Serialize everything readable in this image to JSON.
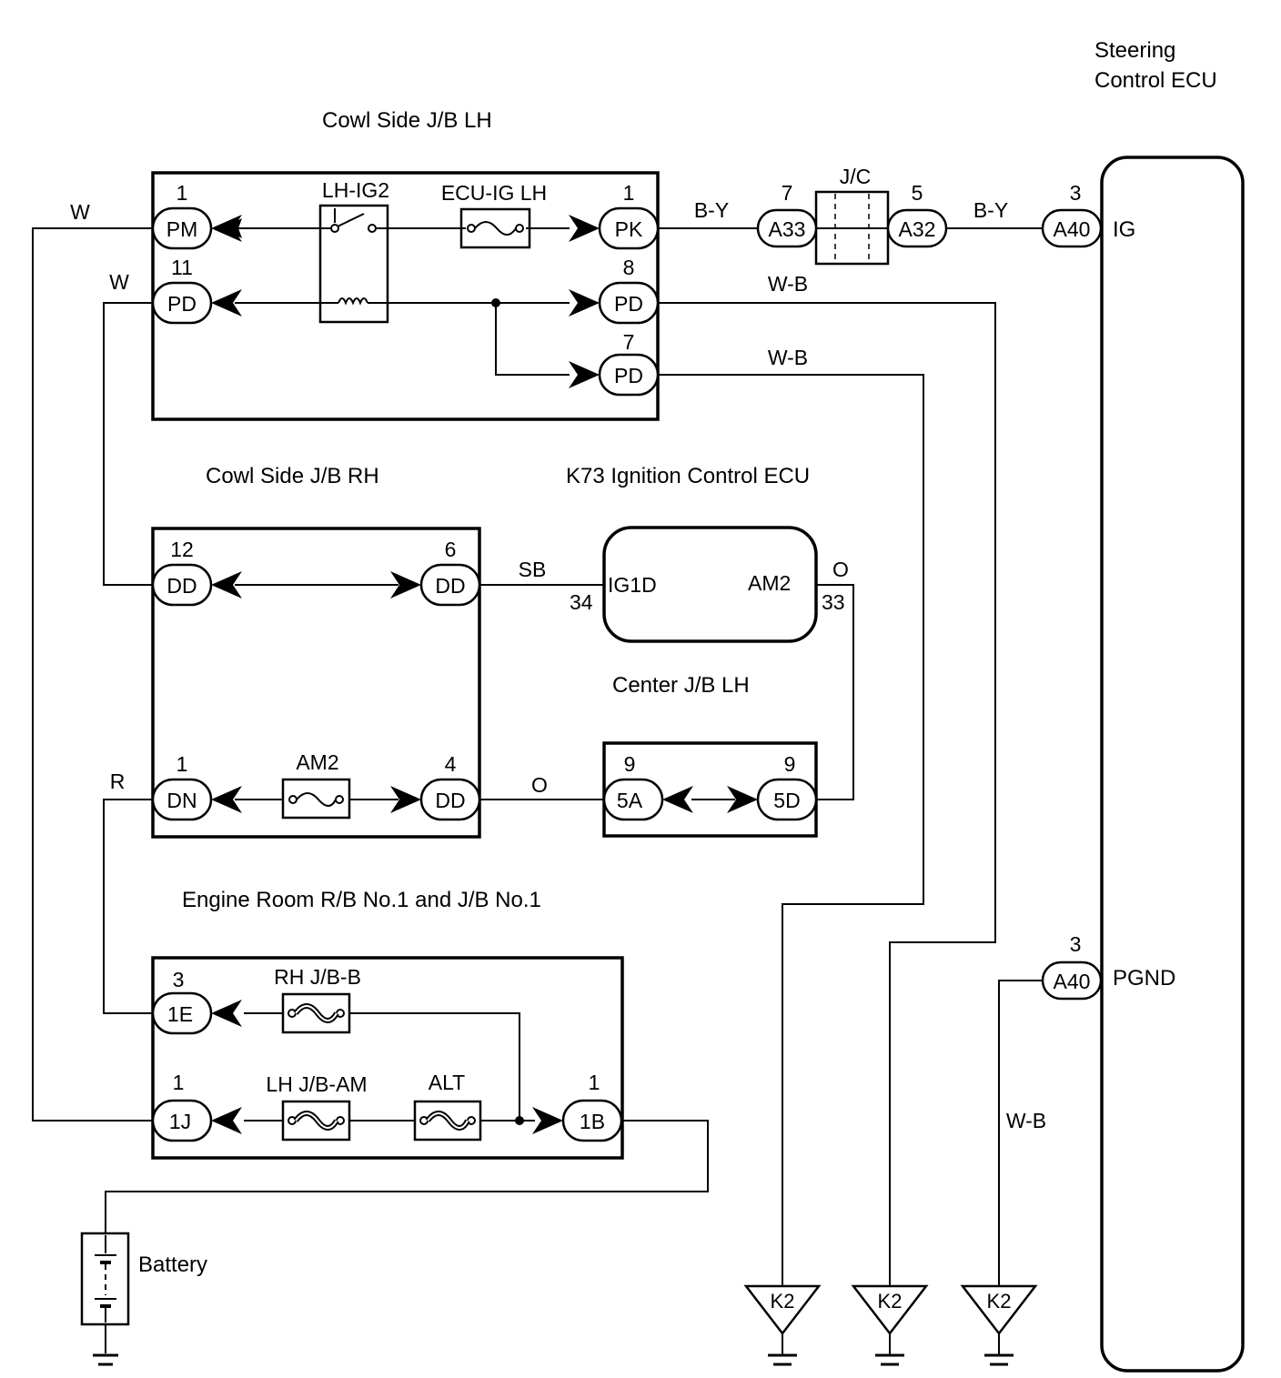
{
  "titles": {
    "steering_ecu_line1": "Steering",
    "steering_ecu_line2": "Control ECU",
    "cowl_lh": "Cowl Side J/B LH",
    "cowl_rh": "Cowl Side J/B RH",
    "k73": "K73 Ignition Control ECU",
    "center_jb": "Center J/B LH",
    "engine_room": "Engine Room R/B No.1 and J/B No.1",
    "battery": "Battery"
  },
  "components": {
    "lh_ig2": "LH-IG2",
    "ecu_ig_lh": "ECU-IG LH",
    "jc": "J/C",
    "am2_fuse": "AM2",
    "rh_jb_b": "RH J/B-B",
    "lh_jb_am": "LH J/B-AM",
    "alt": "ALT"
  },
  "connectors": {
    "pm": {
      "code": "PM",
      "pin": "1"
    },
    "pd_11": {
      "code": "PD",
      "pin": "11"
    },
    "pk": {
      "code": "PK",
      "pin": "1"
    },
    "pd_8": {
      "code": "PD",
      "pin": "8"
    },
    "pd_7": {
      "code": "PD",
      "pin": "7"
    },
    "a33": {
      "code": "A33",
      "pin": "7"
    },
    "a32": {
      "code": "A32",
      "pin": "5"
    },
    "a40_ig": {
      "code": "A40",
      "pin": "3"
    },
    "a40_pgnd": {
      "code": "A40",
      "pin": "3"
    },
    "dd_12": {
      "code": "DD",
      "pin": "12"
    },
    "dd_6": {
      "code": "DD",
      "pin": "6"
    },
    "dn_1": {
      "code": "DN",
      "pin": "1"
    },
    "dd_4": {
      "code": "DD",
      "pin": "4"
    },
    "c5a": {
      "code": "5A",
      "pin": "9"
    },
    "c5d": {
      "code": "5D",
      "pin": "9"
    },
    "c1e": {
      "code": "1E",
      "pin": "3"
    },
    "c1j": {
      "code": "1J",
      "pin": "1"
    },
    "c1b": {
      "code": "1B",
      "pin": "1"
    }
  },
  "ecu_terminals": {
    "ig": "IG",
    "pgnd": "PGND",
    "ig1d": "IG1D",
    "am2": "AM2",
    "ig1d_pin": "34",
    "am2_pin": "33"
  },
  "wire_colors": {
    "w_top": "W",
    "w_pd": "W",
    "by_1": "B-Y",
    "by_2": "B-Y",
    "wb_8": "W-B",
    "wb_7": "W-B",
    "sb": "SB",
    "o_am2": "O",
    "o_dd4": "O",
    "r": "R",
    "wb_pgnd": "W-B"
  },
  "grounds": [
    "K2",
    "K2",
    "K2"
  ]
}
